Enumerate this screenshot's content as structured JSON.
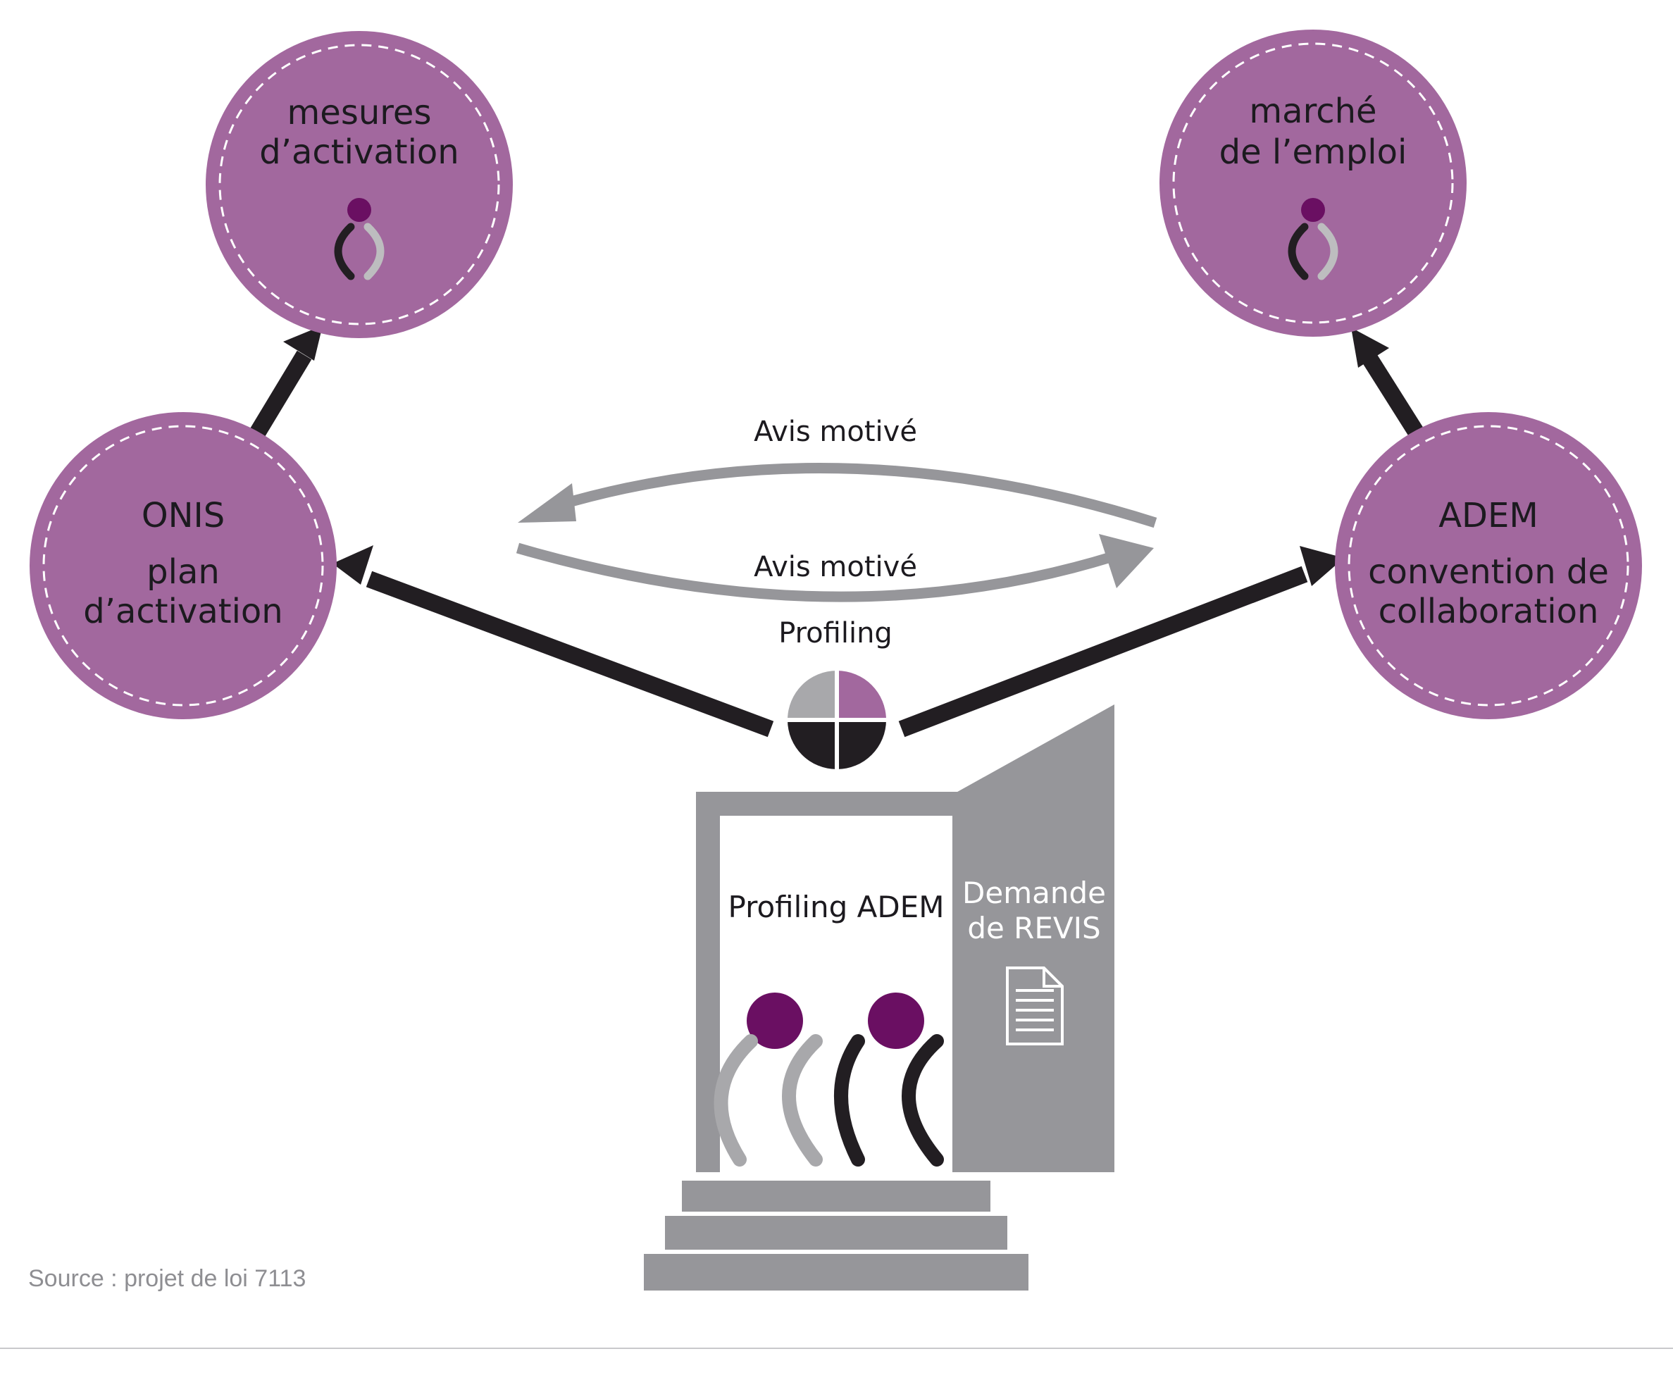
{
  "colors": {
    "circle_fill": "#a2689e",
    "accent_purple": "#6a0f62",
    "dark": "#221e22",
    "gray": "#96969a",
    "light_gray": "#a8a8ab",
    "white": "#ffffff"
  },
  "circles": {
    "mesures": {
      "line1": "mesures",
      "line2": "d’activation",
      "icon": "person-logo-icon"
    },
    "marche": {
      "line1": "marché",
      "line2": "de l’emploi",
      "icon": "person-logo-icon"
    },
    "onis": {
      "title": "ONIS",
      "line1": "plan",
      "line2": "d’activation"
    },
    "adem": {
      "title": "ADEM",
      "line1": "convention de",
      "line2": "collaboration"
    }
  },
  "center": {
    "avis_top": "Avis motivé",
    "avis_bottom": "Avis motivé",
    "profiling": "Profiling",
    "profiling_icon": "quadrant-pie-icon"
  },
  "building": {
    "door_label": "Profiling ADEM",
    "panel_line1": "Demande",
    "panel_line2": "de REVIS",
    "document_icon": "document-icon"
  },
  "source": "Source : projet de loi 7113"
}
